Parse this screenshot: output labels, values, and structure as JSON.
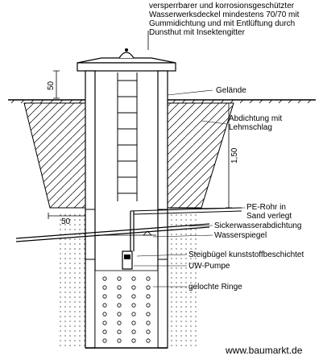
{
  "labels": {
    "lid_line1": "versperrbarer und korrosionsgeschützter",
    "lid_line2": "Wasserwerksdeckel mindestens 70/70 mit",
    "lid_line3": "Gummidichtung und mit Entlüftung durch",
    "lid_line4": "Dunsthut mit Insektengitter",
    "gelaende": "Gelände",
    "abdichtung_line1": "Abdichtung mit",
    "abdichtung_line2": "Lehmschlag",
    "pe_rohr_line1": "PE-Rohr in",
    "pe_rohr_line2": "Sand verlegt",
    "sickerwasser": "Sickerwasserabdichtung",
    "wasserspiegel": "Wasserspiegel",
    "steigbuegel": "Steigbügel kunststoffbeschichtet",
    "uw_pumpe": "UW-Pumpe",
    "gelochte_ringe": "gelochte Ringe"
  },
  "dimensions": {
    "top_height": "50",
    "clay_height": "1,50",
    "bottom_width": "50"
  },
  "watermark": "www.baumarkt.de",
  "colors": {
    "line": "#000000",
    "background": "#ffffff",
    "fill_light": "#dddddd"
  }
}
